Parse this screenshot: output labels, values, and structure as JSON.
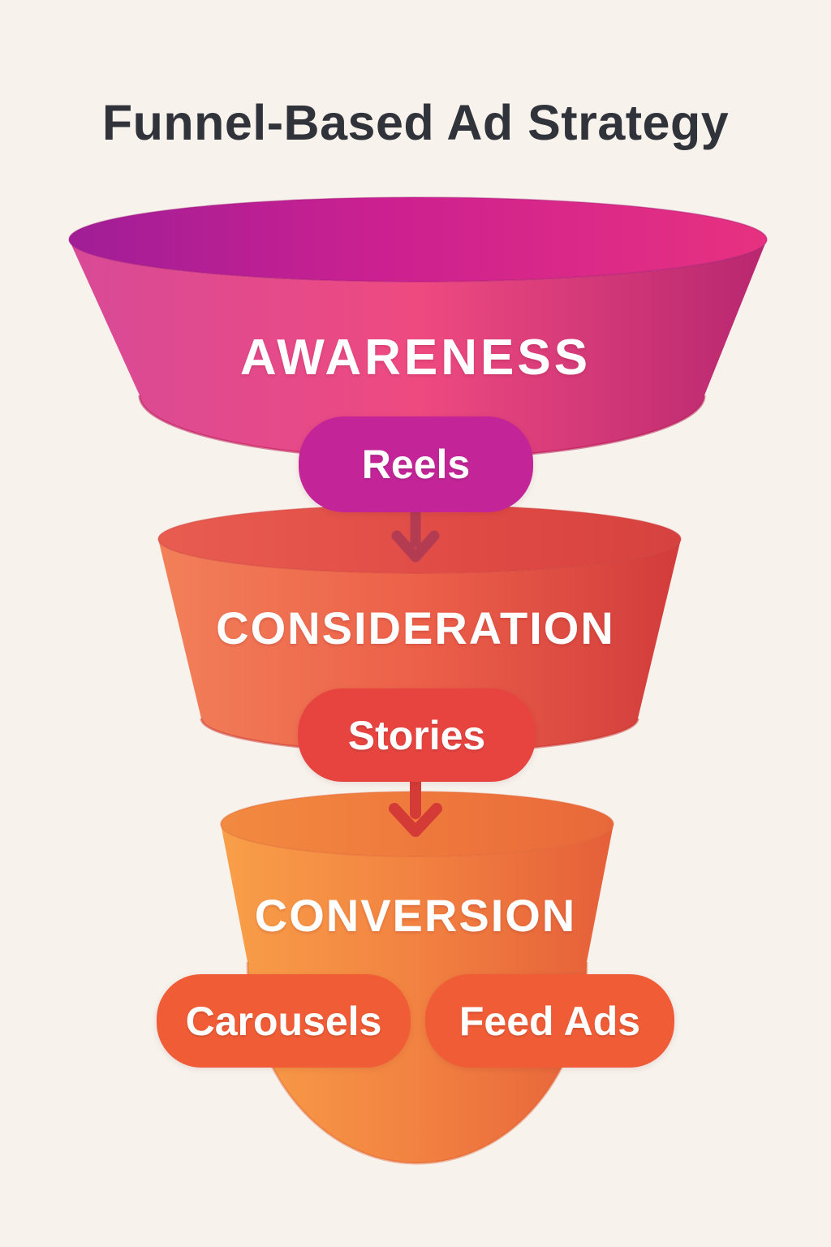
{
  "title": "Funnel-Based Ad Strategy",
  "funnel": {
    "stages": [
      {
        "label": "AWARENESS",
        "tactics": [
          "Reels"
        ],
        "fill_color": "#e0307e",
        "top_surface_color": "#a01e97",
        "pill_color": "#c32598"
      },
      {
        "label": "CONSIDERATION",
        "tactics": [
          "Stories"
        ],
        "fill_color": "#e85a48",
        "top_surface_color": "#e3544c",
        "pill_color": "#e74440"
      },
      {
        "label": "CONVERSION",
        "tactics": [
          "Carousels",
          "Feed Ads"
        ],
        "fill_color": "#f0823f",
        "top_surface_color": "#ee763c",
        "pill_color": "#f05c36"
      }
    ]
  },
  "icons": {
    "arrow_1": "down-arrow",
    "arrow_2": "down-arrow"
  },
  "colors": {
    "background": "#f8f2ec",
    "title_text": "#30333a",
    "label_text": "#ffffff",
    "arrow_awareness_to_consideration": "#b43c52",
    "arrow_consideration_to_conversion": "#d43b36"
  }
}
